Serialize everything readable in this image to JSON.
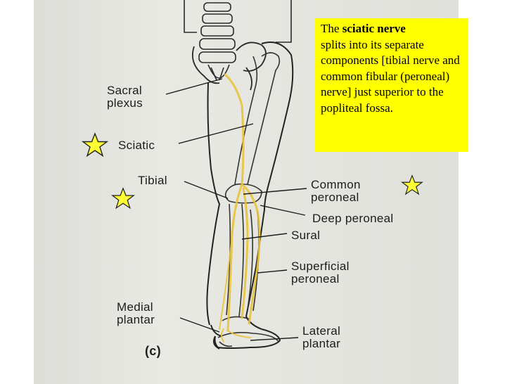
{
  "callout": {
    "prefix": "The ",
    "term": "sciatic nerve",
    "body": "splits into its separate components [tibial nerve and common fibular (peroneal) nerve] just superior to the popliteal fossa."
  },
  "labels": {
    "sacral_1": "Sacral",
    "sacral_2": "plexus",
    "sciatic": "Sciatic",
    "tibial": "Tibial",
    "common_1": "Common",
    "common_2": "peroneal",
    "deep": "Deep peroneal",
    "sural": "Sural",
    "superficial_1": "Superficial",
    "superficial_2": "peroneal",
    "medial_1": "Medial",
    "medial_2": "plantar",
    "lateral_1": "Lateral",
    "lateral_2": "plantar",
    "panel": "(c)"
  },
  "colors": {
    "highlight": "#ffff00",
    "nerve": "#e8c33a",
    "star_fill": "#ffff33"
  }
}
